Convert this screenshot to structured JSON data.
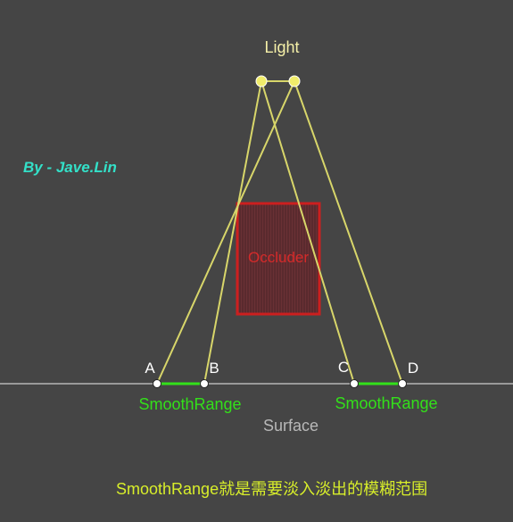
{
  "light_label": "Light",
  "author": "By - Jave.Lin",
  "occluder_label": "Occluder",
  "points": {
    "a": "A",
    "b": "B",
    "c": "C",
    "d": "D"
  },
  "smooth_range_left": "SmoothRange",
  "smooth_range_right": "SmoothRange",
  "surface_label": "Surface",
  "caption": "SmoothRange就是需要淡入淡出的模糊范围",
  "colors": {
    "background": "#454545",
    "light_label": "#f5f0a8",
    "light_points": "#f0ec6a",
    "rays": "#d8d66a",
    "author": "#33e0c8",
    "occluder_stroke": "#cc1f1f",
    "occluder_fill": "#5d2b2f",
    "occluder_text": "#d52a2a",
    "point_labels": "#ffffff",
    "smooth_range": "#33e01a",
    "surface_line": "#9a9a9a",
    "surface_label": "#b8b8b8",
    "caption": "#d8ee2a"
  }
}
